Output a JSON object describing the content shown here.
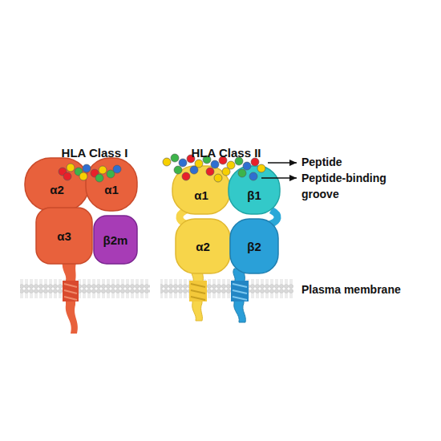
{
  "diagram": {
    "nodes": [
      {
        "text": [
          "α2"
        ]
      },
      {
        "text": [
          "α1"
        ]
      },
      {
        "text": [
          "α3"
        ]
      },
      {
        "text": [
          "β2m"
        ]
      },
      {
        "text": [
          "α1"
        ]
      },
      {
        "text": [
          "β1"
        ]
      },
      {
        "text": [
          "α2"
        ]
      },
      {
        "text": [
          "β2"
        ]
      }
    ],
    "labels": [
      "HLA Class I",
      "HLA Class II",
      "Peptide",
      "Peptide-binding groove",
      "Plasma membrane"
    ]
  }
}
